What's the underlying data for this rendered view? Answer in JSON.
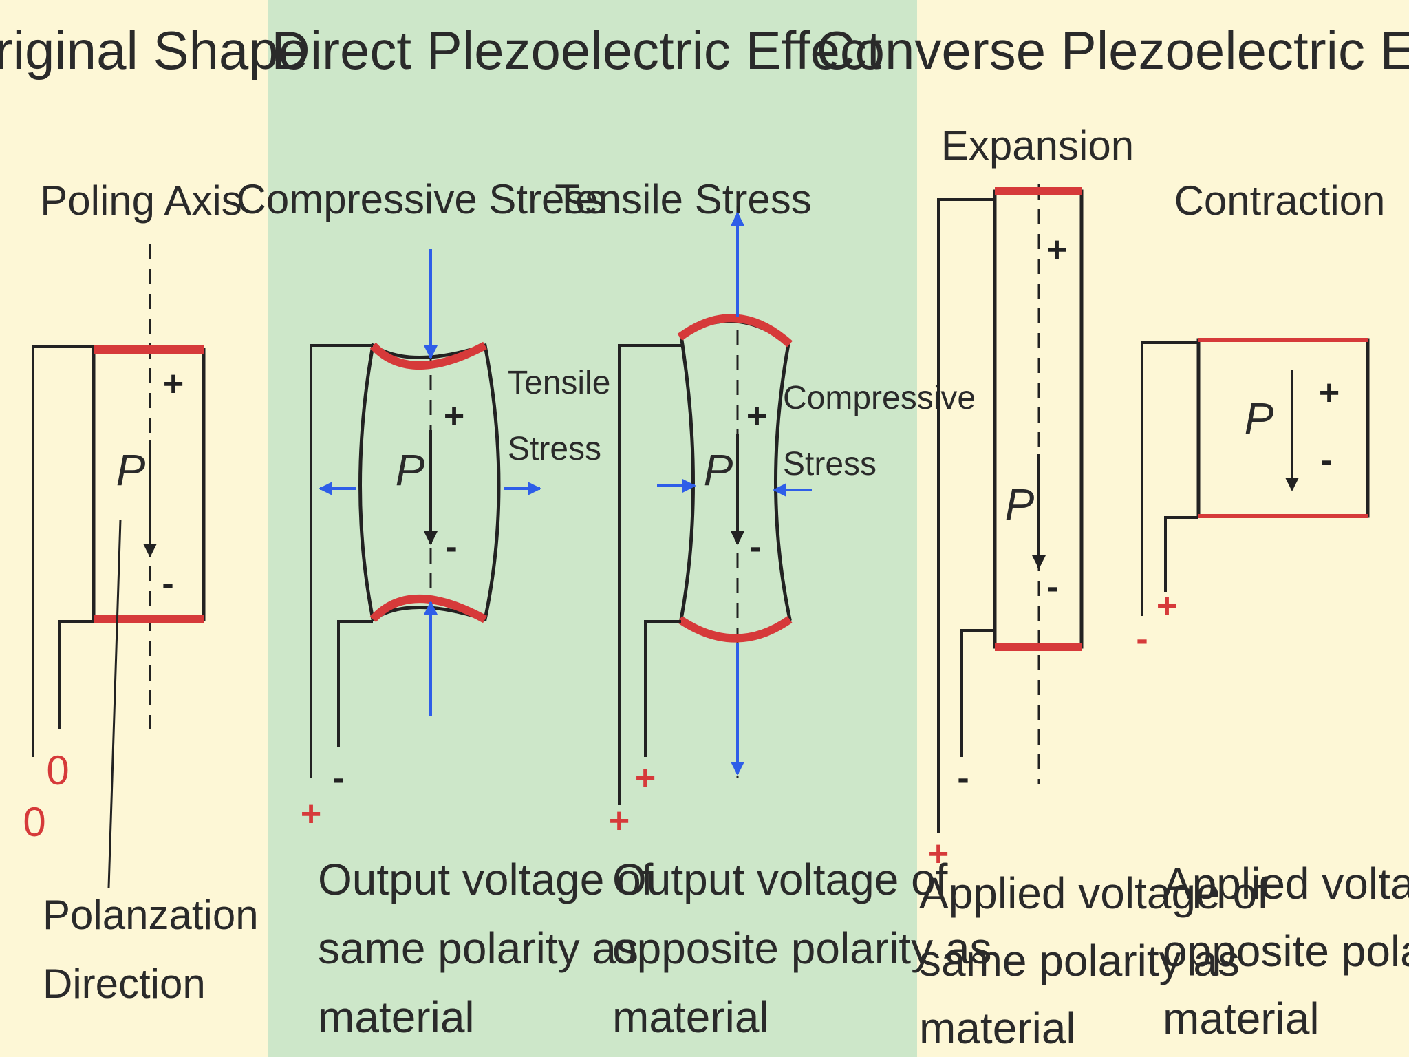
{
  "colors": {
    "page_bg": "#fdf7d6",
    "panel_bg": "#cde7c9",
    "electrode": "#d63a3a",
    "stress_arrow": "#2e5ee8",
    "line": "#222222"
  },
  "original": {
    "title": "Original Shape",
    "axis_label": "Poling Axis",
    "p_label": "P",
    "plus": "+",
    "minus": "-",
    "terminal_1": "0",
    "terminal_2": "0",
    "pol_label_1": "Polanzation",
    "pol_label_2": "Direction"
  },
  "direct": {
    "title": "Direct Plezoelectric Effect",
    "compressive": {
      "title": "Compressive Stress",
      "side_label_1": "Tensile",
      "side_label_2": "Stress",
      "p_label": "P",
      "plus": "+",
      "minus": "-",
      "term_plus": "+",
      "term_minus": "-",
      "caption_1": "Output voltage of",
      "caption_2": "same polarity as",
      "caption_3": "material"
    },
    "tensile": {
      "title": "Tensile Stress",
      "side_label_1": "Compressive",
      "side_label_2": "Stress",
      "p_label": "P",
      "plus": "+",
      "minus": "-",
      "term_plus": "+",
      "term_minus": "+",
      "caption_1": "Output voltage of",
      "caption_2": "opposite polarity as",
      "caption_3": "material"
    }
  },
  "converse": {
    "title": "Converse Plezoelectric Effect",
    "expansion": {
      "title": "Expansion",
      "p_label": "P",
      "plus": "+",
      "minus": "-",
      "term_minus": "-",
      "term_plus": "+",
      "caption_1": "Applied voltage of",
      "caption_2": "same polarity as",
      "caption_3": "material"
    },
    "contraction": {
      "title": "Contraction",
      "p_label": "P",
      "plus": "+",
      "minus": "-",
      "term_plus": "+",
      "term_minus": "-",
      "caption_1": "Applied voltage of",
      "caption_2": "opposite polarity as",
      "caption_3": "material"
    }
  }
}
